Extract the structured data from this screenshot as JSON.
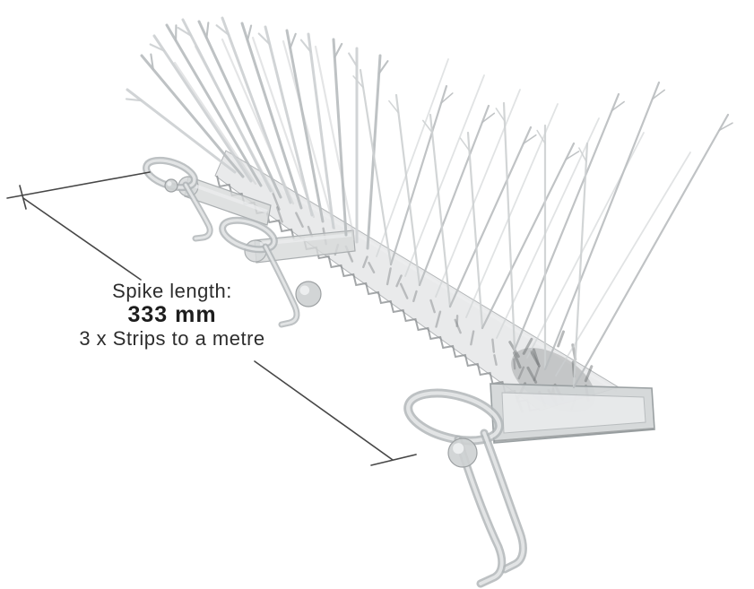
{
  "figure": {
    "subject": "bird-spike-strip-product-photo"
  },
  "annotation": {
    "line1": "Spike length:",
    "line2": "333 mm",
    "line3": "3 x Strips to a metre"
  },
  "colors": {
    "background": "#ffffff",
    "text": "#2d2d2d",
    "leader_line": "#474747",
    "spike_main": "#b9bdbf",
    "spike_light": "#cdd0d2",
    "plastic_stroke": "#b2b6b8",
    "plastic_highlight": "#e4e6e7",
    "plastic_fill": "#d7d9da",
    "edge_dark": "#8d9193",
    "cluster_dark": "#6f7375"
  }
}
